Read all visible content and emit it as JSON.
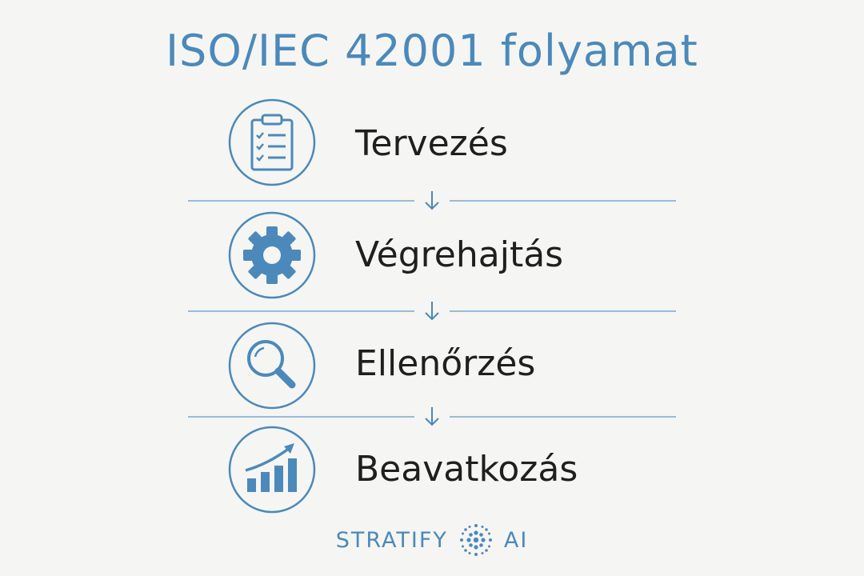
{
  "title": "ISO/IEC 42001 folyamat",
  "steps": [
    {
      "label": "Tervezés",
      "icon": "clipboard-checklist-icon"
    },
    {
      "label": "Végrehajtás",
      "icon": "gear-icon"
    },
    {
      "label": "Ellenőrzés",
      "icon": "magnifier-icon"
    },
    {
      "label": "Beavatkozás",
      "icon": "growth-chart-icon"
    }
  ],
  "brand": {
    "left": "STRATIFY",
    "right": "AI"
  },
  "colors": {
    "accent": "#4b89bb",
    "text": "#1f1f1f",
    "background": "#f5f5f4"
  }
}
